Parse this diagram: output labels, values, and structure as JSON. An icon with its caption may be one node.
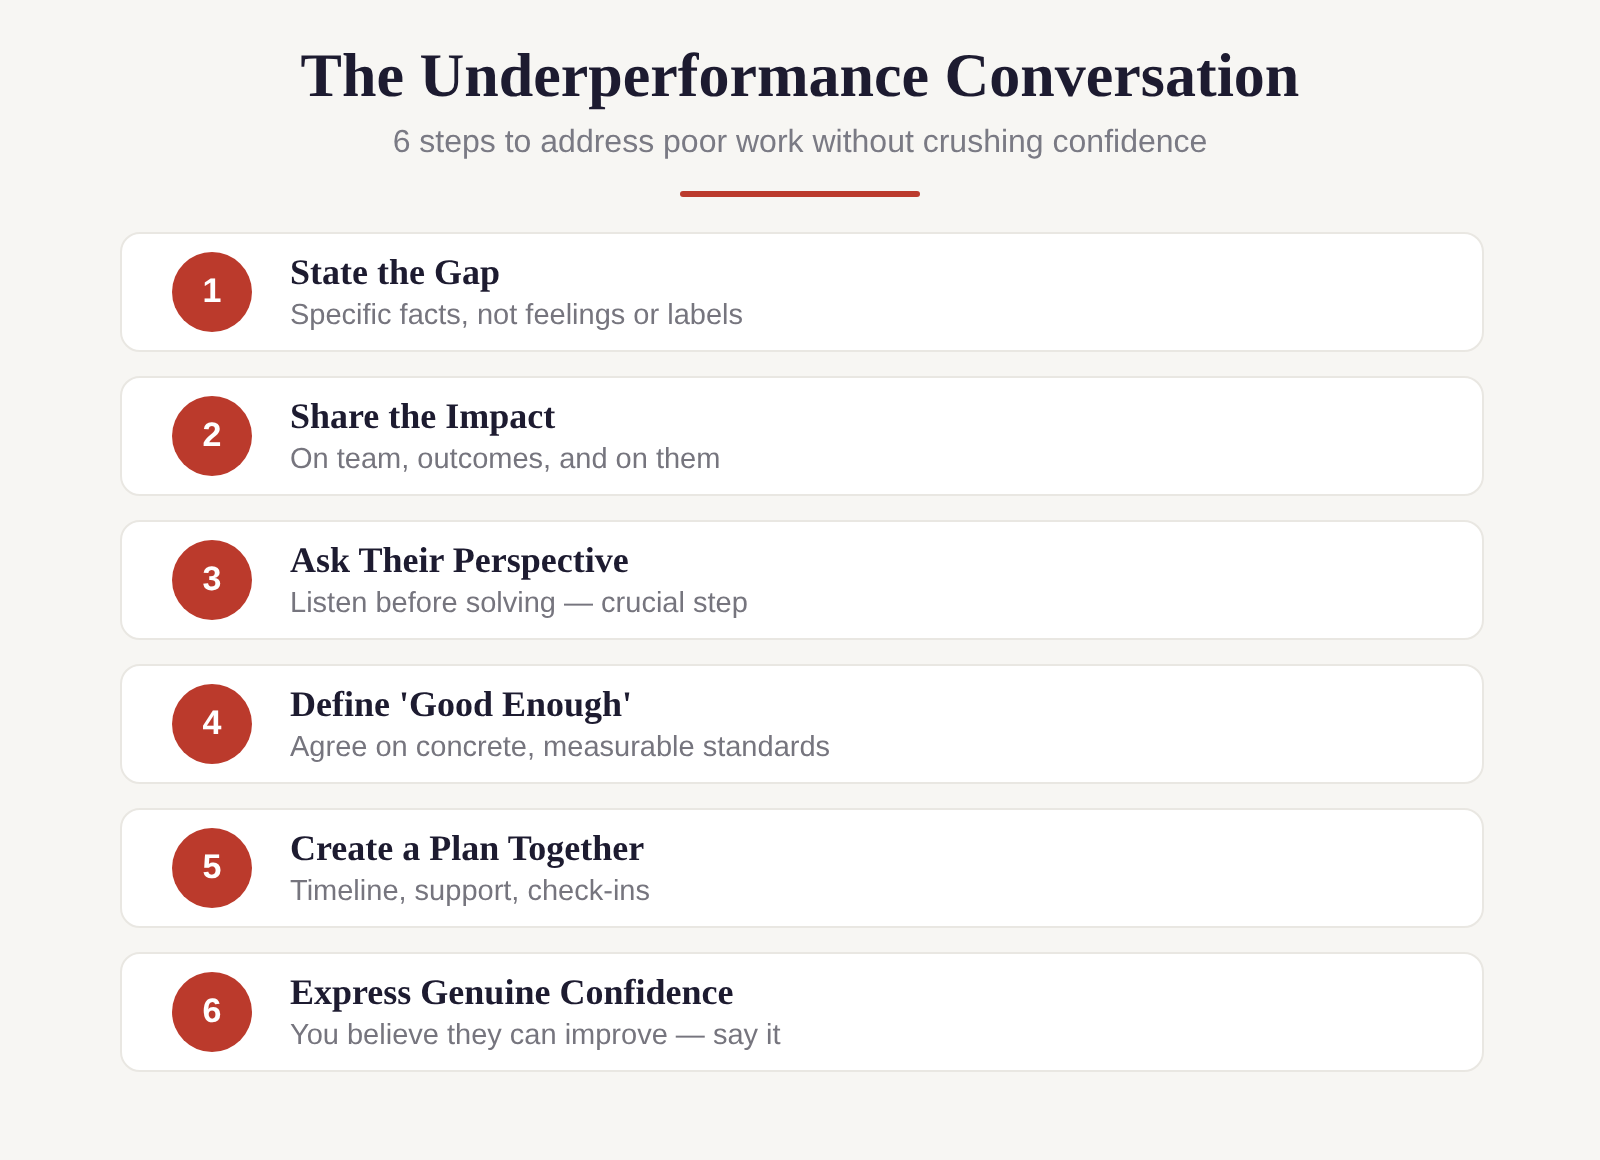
{
  "diagram": {
    "title": "The Underperformance Conversation",
    "nodes": [
      {
        "text": [
          "State the Gap",
          "Specific facts, not feelings or labels"
        ]
      },
      {
        "text": [
          "1"
        ],
        "in": 0
      },
      {
        "text": [
          "Share the Impact",
          "On team, outcomes, and on them"
        ]
      },
      {
        "text": [
          "2"
        ],
        "in": 2
      },
      {
        "text": [
          "Ask Their Perspective",
          "Listen before solving — crucial step"
        ]
      },
      {
        "text": [
          "3"
        ],
        "in": 4
      },
      {
        "text": [
          "Define 'Good Enough'",
          "Agree on concrete, measurable standards"
        ]
      },
      {
        "text": [
          "4"
        ],
        "in": 6
      },
      {
        "text": [
          "Create a Plan Together",
          "Timeline, support, check-ins"
        ]
      },
      {
        "text": [
          "5"
        ],
        "in": 8
      },
      {
        "text": [
          "Express Genuine Confidence",
          "You believe they can improve — say it"
        ]
      },
      {
        "text": [
          "6"
        ],
        "in": 10
      }
    ],
    "labels": [
      "6 steps to address poor work without crushing confidence"
    ]
  }
}
